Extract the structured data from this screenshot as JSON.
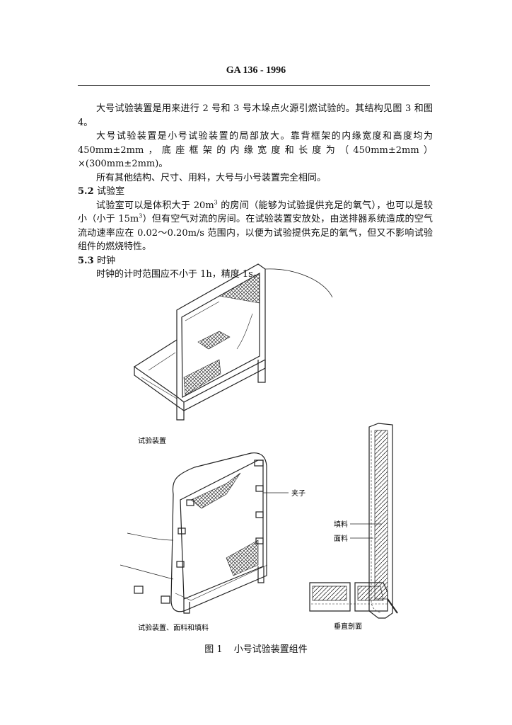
{
  "header": {
    "title": "GA 136 - 1996"
  },
  "paragraphs": [
    "大号试验装置是用来进行 2 号和 3 号木垛点火源引燃试验的。其结构见图 3 和图 4。",
    "大号试验装置是小号试验装置的局部放大。靠背框架的内缘宽度和高度均为 450mm±2mm，底座框架的内缘宽度和长度为（450mm±2mm）×(300mm±2mm)。",
    "所有其他结构、尺寸、用料，大号与小号装置完全相同。"
  ],
  "section_5_2": {
    "number": "5.2",
    "title": "试验室"
  },
  "para_5_2": {
    "part1": "试验室可以是体积大于 20m",
    "part2": " 的房间（能够为试验提供充足的氧气），也可以是较小（小于 15m",
    "part3": "）但有空气对流的房间。在试验装置安放处，由送排器系统造成的空气流动速率应在 0.02～0.20m/s 范围内，以便为试验提供充足的氧气，但又不影响试验组件的燃烧特性。",
    "sup": "3"
  },
  "section_5_3": {
    "number": "5.3",
    "title": "时钟"
  },
  "para_5_3": "时钟的计时范围应不小于 1h，精度 1s。",
  "figure": {
    "label_apparatus": "试验装置",
    "label_clip": "夹子",
    "label_filling": "填料",
    "label_cover": "面料",
    "label_assembly": "试验装置、面料和填料",
    "label_section": "垂直剖面",
    "caption_number": "图 1",
    "caption_text": "小号试验装置组件"
  }
}
